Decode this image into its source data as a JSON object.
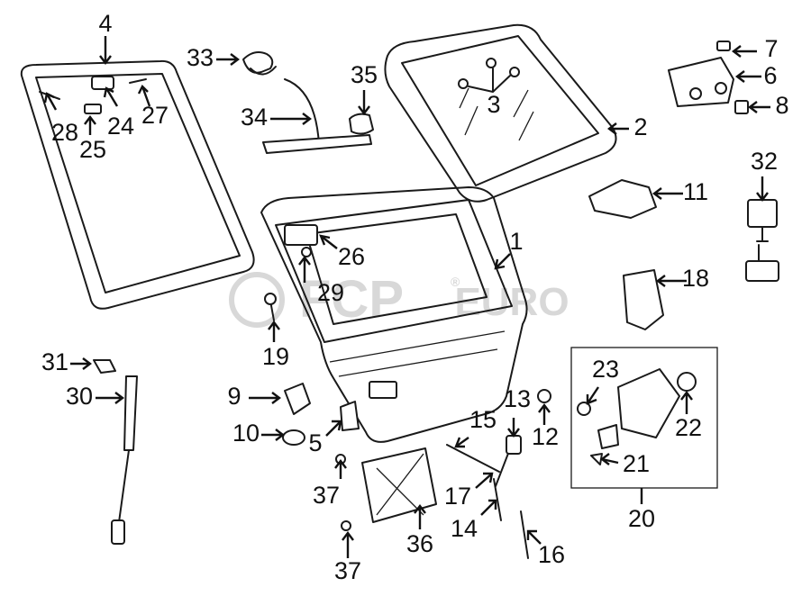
{
  "watermark": {
    "main": "FCP",
    "sub": "EURO",
    "registered": "®"
  },
  "callouts": [
    {
      "id": "1",
      "text": "1"
    },
    {
      "id": "2",
      "text": "2"
    },
    {
      "id": "3",
      "text": "3"
    },
    {
      "id": "4",
      "text": "4"
    },
    {
      "id": "5",
      "text": "5"
    },
    {
      "id": "6",
      "text": "6"
    },
    {
      "id": "7",
      "text": "7"
    },
    {
      "id": "8",
      "text": "8"
    },
    {
      "id": "9",
      "text": "9"
    },
    {
      "id": "10",
      "text": "10"
    },
    {
      "id": "11",
      "text": "11"
    },
    {
      "id": "12",
      "text": "12"
    },
    {
      "id": "13",
      "text": "13"
    },
    {
      "id": "14",
      "text": "14"
    },
    {
      "id": "15",
      "text": "15"
    },
    {
      "id": "16",
      "text": "16"
    },
    {
      "id": "17",
      "text": "17"
    },
    {
      "id": "18",
      "text": "18"
    },
    {
      "id": "19",
      "text": "19"
    },
    {
      "id": "20",
      "text": "20"
    },
    {
      "id": "21",
      "text": "21"
    },
    {
      "id": "22",
      "text": "22"
    },
    {
      "id": "23",
      "text": "23"
    },
    {
      "id": "24",
      "text": "24"
    },
    {
      "id": "25",
      "text": "25"
    },
    {
      "id": "26",
      "text": "26"
    },
    {
      "id": "27",
      "text": "27"
    },
    {
      "id": "28",
      "text": "28"
    },
    {
      "id": "29",
      "text": "29"
    },
    {
      "id": "30",
      "text": "30"
    },
    {
      "id": "31",
      "text": "31"
    },
    {
      "id": "32",
      "text": "32"
    },
    {
      "id": "33",
      "text": "33"
    },
    {
      "id": "34",
      "text": "34"
    },
    {
      "id": "35",
      "text": "35"
    },
    {
      "id": "36",
      "text": "36"
    },
    {
      "id": "37a",
      "text": "37"
    },
    {
      "id": "37b",
      "text": "37"
    }
  ]
}
